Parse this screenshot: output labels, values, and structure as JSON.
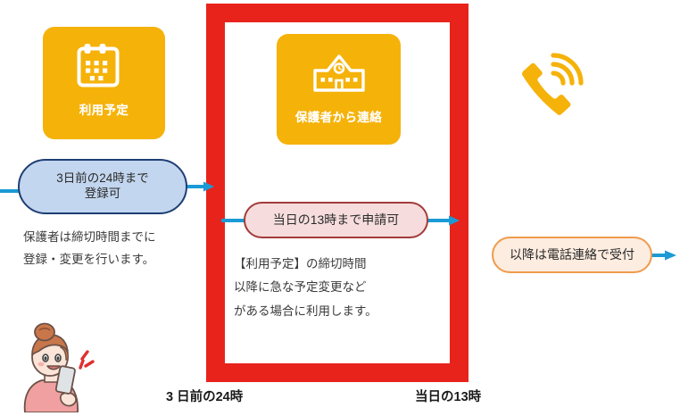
{
  "diagram": {
    "title_context": "利用予定と保護者から連絡の締切フロー",
    "colors": {
      "tile_amber": "#f5b209",
      "frame_red": "#e8231c",
      "arrow_blue": "#1b9ad6",
      "pill_blue_fill": "#c3d6ef",
      "pill_blue_border": "#1f3f73",
      "pill_pink_fill": "#f6dcdc",
      "pill_pink_border": "#a33b3b",
      "pill_orange_fill": "#fdece0",
      "pill_orange_border": "#ef9b4c",
      "text_body": "#3b3b3b"
    }
  },
  "tiles": [
    {
      "id": "riyou-yotei",
      "label": "利用予定",
      "icon": "calendar-icon"
    },
    {
      "id": "hogosha-kara-renraku",
      "label": "保護者から連絡",
      "icon": "school-building-icon"
    }
  ],
  "phone": {
    "icon": "ringing-phone-icon"
  },
  "callouts": {
    "blue_pill": {
      "line1": "3日前の24時まで",
      "line2": "登録可"
    },
    "pink_pill": {
      "text": "当日の13時まで申請可"
    },
    "orange_pill": {
      "text": "以降は電話連絡で受付"
    }
  },
  "paragraphs": {
    "left": {
      "line1": "保護者は締切時間までに",
      "line2": "登録・変更を行います。"
    },
    "middle": {
      "line1": "【利用予定】の締切時間",
      "line2": "以降に急な予定変更など",
      "line3": "がある場合に利用します。"
    }
  },
  "timeline": {
    "left_label": "3 日前の24時",
    "right_label": "当日の13時"
  },
  "illustration": {
    "name": "woman-with-smartphone-illustration"
  }
}
